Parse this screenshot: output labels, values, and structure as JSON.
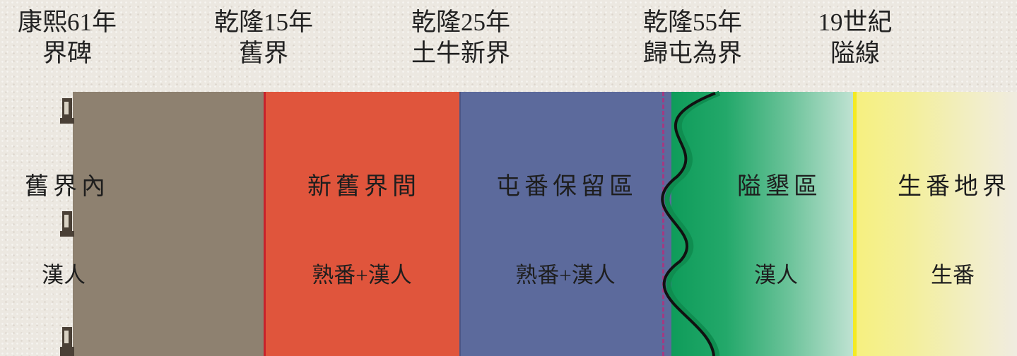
{
  "boundaries": [
    {
      "line1": "康熙61年",
      "line2": "界碑"
    },
    {
      "line1": "乾隆15年",
      "line2": "舊界"
    },
    {
      "line1": "乾隆25年",
      "line2": "土牛新界"
    },
    {
      "line1": "乾隆55年",
      "line2": "歸屯為界"
    },
    {
      "line1": "19世紀",
      "line2": "隘線"
    }
  ],
  "zones": [
    {
      "name": "舊界內",
      "population": "漢人",
      "color": "#8e8170"
    },
    {
      "name": "新舊界間",
      "population": "熟番+漢人",
      "color": "#e0553c"
    },
    {
      "name": "屯番保留區",
      "population": "熟番+漢人",
      "color": "#5c6a9c"
    },
    {
      "name": "隘墾區",
      "population": "漢人",
      "color": "#1da865"
    },
    {
      "name": "生番地界",
      "population": "生番",
      "color": "#f4ea22"
    }
  ]
}
